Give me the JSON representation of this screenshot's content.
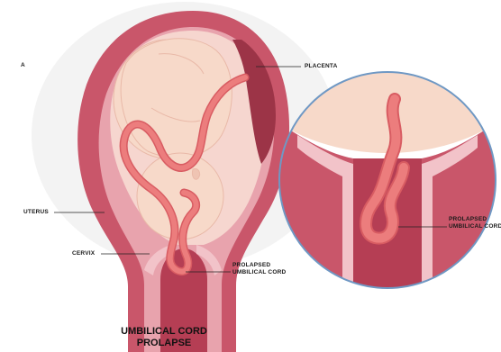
{
  "panel_letter": "A",
  "labels": {
    "placenta": "PLACENTA",
    "uterus": "UTERUS",
    "cervix": "CERVIX",
    "prolapsed_cord_1": "PROLAPSED",
    "prolapsed_cord_2": "UMBILICAL CORD",
    "zoom_prolapsed_1": "PROLAPSED",
    "zoom_prolapsed_2": "UMBILICAL CORD"
  },
  "title": {
    "line1": "UMBILICAL CORD",
    "line2": "PROLAPSE"
  },
  "colors": {
    "uterus_wall": "#c9566a",
    "uterus_wall_dark": "#a8344a",
    "uterus_inner": "#e8a3ad",
    "amniotic": "#f6d6cf",
    "fetus_skin": "#f7d9c9",
    "fetus_outline": "#e9b9a8",
    "cord": "#ec7d7d",
    "cord_outline": "#d85c62",
    "placenta": "#9c3447",
    "zoom_circle": "#6f98c4",
    "bg_halo": "#f2f2f2"
  }
}
